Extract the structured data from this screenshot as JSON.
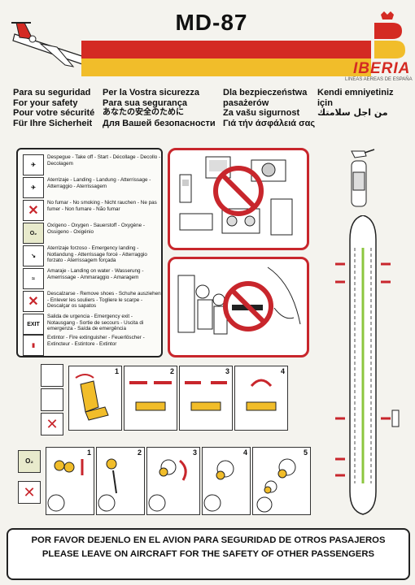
{
  "header": {
    "title": "MD-87",
    "brand": "IBERIA",
    "tagline": "LINEAS AEREAS DE ESPAÑA",
    "colors": {
      "red": "#d42a23",
      "yellow": "#f1bd2a"
    }
  },
  "safety_heading": {
    "col1": [
      "Para su seguridad",
      "For your safety",
      "Pour votre sécurité",
      "Für Ihre Sicherheit"
    ],
    "col2": [
      "Per la Vostra sicurezza",
      "Para sua segurança",
      "あなたの安全のために",
      "Для Вашей безопасности"
    ],
    "col3": [
      "Dla bezpieczeństwa",
      "pasażerów",
      "Za vašu sigurnost",
      "Γιά τήν άσφάλειά σας"
    ],
    "col4": [
      "Kendi emniyetiniz",
      "için",
      "من اجل سلامتك"
    ]
  },
  "legend": [
    {
      "icon": "takeoff-icon",
      "text": "Despegue - Take off - Start - Décollage - Decollo - Decolagem"
    },
    {
      "icon": "landing-icon",
      "text": "Aterrizaje - Landing - Landung - Atterrissage - Atterraggio - Aterrissagem"
    },
    {
      "icon": "no-smoking-icon",
      "text": "No fumar - No smoking - Nicht rauchen - Ne pas fumer - Non fumare - Não fumar"
    },
    {
      "icon": "oxygen-icon",
      "label": "O₂",
      "text": "Oxígeno - Oxygen - Sauerstoff - Oxygène - Ossigeno - Oxigénio"
    },
    {
      "icon": "forced-landing-icon",
      "text": "Aterrizaje forzoso - Emergency landing - Notlandung - Atterrissage forcé - Atterraggio forzato - Aterrissagem forçada"
    },
    {
      "icon": "water-landing-icon",
      "text": "Amaraje - Landing on water - Wasserung - Amerrissage - Ammaraggio - Amaragem"
    },
    {
      "icon": "remove-shoes-icon",
      "text": "Descalzarse - Remove shoes - Schuhe ausziehen - Enlever les souliers - Togliere le scarpe - Descalçar os sapatos"
    },
    {
      "icon": "exit-icon",
      "label": "EXIT",
      "text": "Salida de urgencia - Emergency exit - Notausgang - Sortie de secours - Uscita di emergenza - Saída de emergência"
    },
    {
      "icon": "extinguisher-icon",
      "text": "Extintor - Fire extinguisher - Feuerlöscher - Extincteur - Estintore - Extintor"
    }
  ],
  "belt_steps": [
    "1",
    "2",
    "3",
    "4"
  ],
  "oxygen_steps": [
    "1",
    "2",
    "3",
    "4",
    "5"
  ],
  "oxygen_label": "O₂",
  "exit_label": "EXIT",
  "footer": {
    "line1": "POR FAVOR DEJENLO EN EL AVION PARA SEGURIDAD DE OTROS PASAJEROS",
    "line2": "PLEASE LEAVE ON AIRCRAFT FOR THE SAFETY OF OTHER PASSENGERS"
  }
}
